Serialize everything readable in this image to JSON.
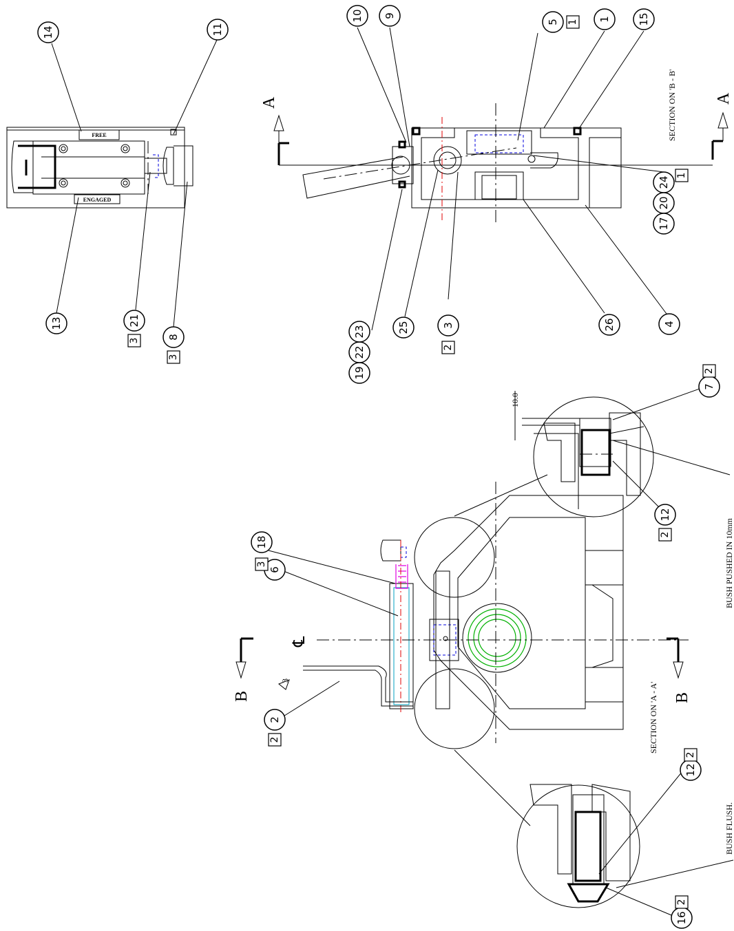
{
  "section_labels": {
    "section_bb": "SECTION ON 'B - B'",
    "section_aa": "SECTION ON 'A - A'",
    "bush_pushed": "BUSH PUSHED IN 10mm",
    "bush_flush": "BUSH FLUSH."
  },
  "cut_letters": {
    "a_top": "A",
    "a_bottom": "A",
    "b_top": "B",
    "b_bottom": "B",
    "centerline": "℄"
  },
  "plates": {
    "free": "FREE",
    "engaged": "ENGAGED"
  },
  "dimension": "10.0",
  "weld_symbol": "3",
  "balloons": {
    "b14": "14",
    "b11": "11",
    "b13": "13",
    "b21": "21",
    "b8": "8",
    "b10": "10",
    "b9": "9",
    "b5": "5",
    "b1": "1",
    "b15": "15",
    "b24": "24",
    "b20": "20",
    "b17": "17",
    "b19": "19",
    "b22": "22",
    "b23": "23",
    "b25": "25",
    "b3": "3",
    "b26": "26",
    "b4": "4",
    "b7": "7",
    "b12a": "12",
    "b18": "18",
    "b6": "6",
    "b2": "2",
    "b12b": "12",
    "b16": "16"
  },
  "boxes": {
    "x21": "3",
    "x8": "3",
    "x5": "1",
    "x24": "1",
    "x23": "2",
    "x7": "2",
    "x12a": "2",
    "x6": "3",
    "x2": "2",
    "x12b": "2",
    "x16": "2"
  }
}
